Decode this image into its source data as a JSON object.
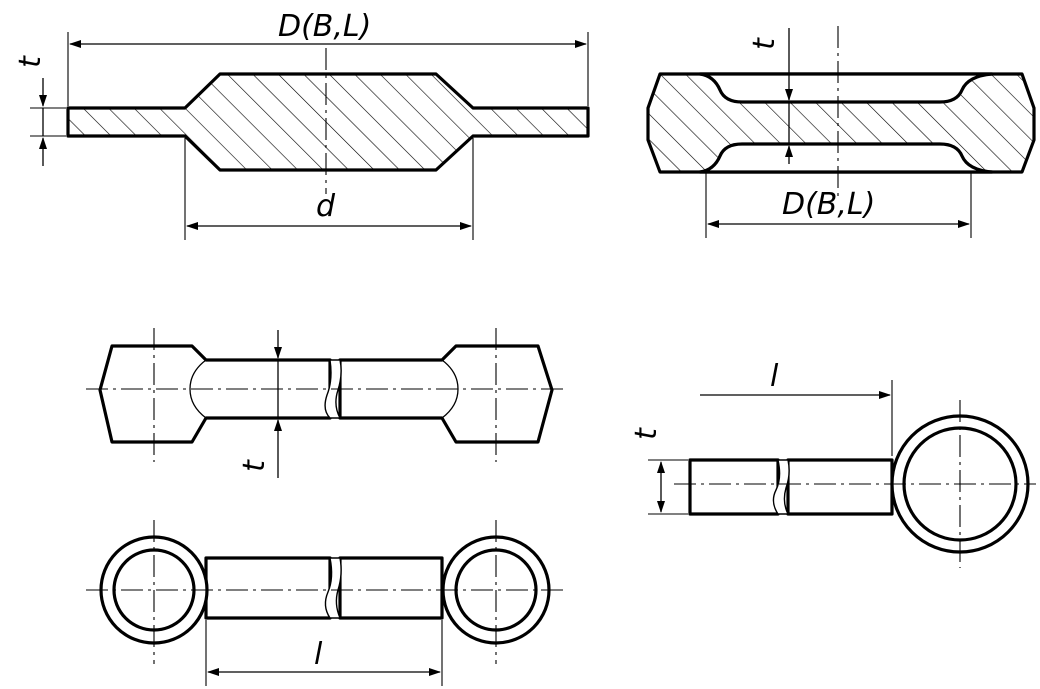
{
  "labels": {
    "d_outer": "D(B,L)",
    "t": "t",
    "d_inner": "d",
    "l": "l"
  },
  "colors": {
    "line": "#000000",
    "background": "#ffffff"
  }
}
